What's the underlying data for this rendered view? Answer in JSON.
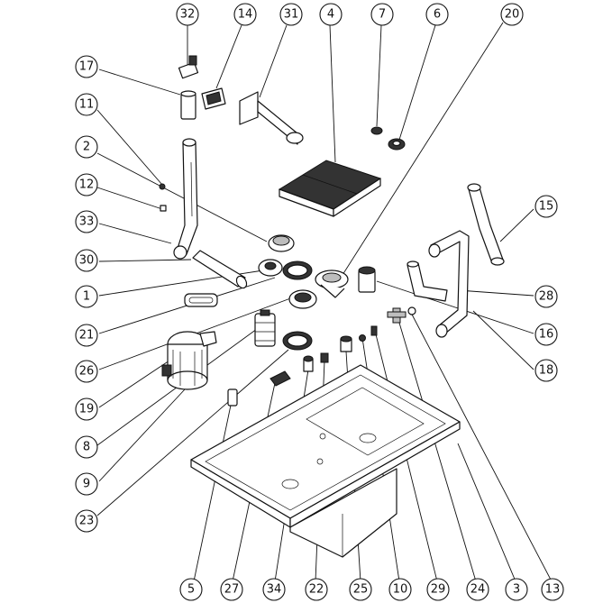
{
  "diagram": {
    "callouts": [
      {
        "id": "c32",
        "label": "32"
      },
      {
        "id": "c14",
        "label": "14"
      },
      {
        "id": "c31",
        "label": "31"
      },
      {
        "id": "c4",
        "label": "4"
      },
      {
        "id": "c7",
        "label": "7"
      },
      {
        "id": "c6",
        "label": "6"
      },
      {
        "id": "c20",
        "label": "20"
      },
      {
        "id": "c17",
        "label": "17"
      },
      {
        "id": "c11",
        "label": "11"
      },
      {
        "id": "c2",
        "label": "2"
      },
      {
        "id": "c12",
        "label": "12"
      },
      {
        "id": "c33",
        "label": "33"
      },
      {
        "id": "c30",
        "label": "30"
      },
      {
        "id": "c1",
        "label": "1"
      },
      {
        "id": "c21",
        "label": "21"
      },
      {
        "id": "c26",
        "label": "26"
      },
      {
        "id": "c19",
        "label": "19"
      },
      {
        "id": "c8",
        "label": "8"
      },
      {
        "id": "c9",
        "label": "9"
      },
      {
        "id": "c23",
        "label": "23"
      },
      {
        "id": "c15",
        "label": "15"
      },
      {
        "id": "c28",
        "label": "28"
      },
      {
        "id": "c16",
        "label": "16"
      },
      {
        "id": "c18",
        "label": "18"
      },
      {
        "id": "c5",
        "label": "5"
      },
      {
        "id": "c27",
        "label": "27"
      },
      {
        "id": "c34",
        "label": "34"
      },
      {
        "id": "c22",
        "label": "22"
      },
      {
        "id": "c25",
        "label": "25"
      },
      {
        "id": "c10",
        "label": "10"
      },
      {
        "id": "c29",
        "label": "29"
      },
      {
        "id": "c24",
        "label": "24"
      },
      {
        "id": "c3",
        "label": "3"
      },
      {
        "id": "c13",
        "label": "13"
      }
    ]
  }
}
